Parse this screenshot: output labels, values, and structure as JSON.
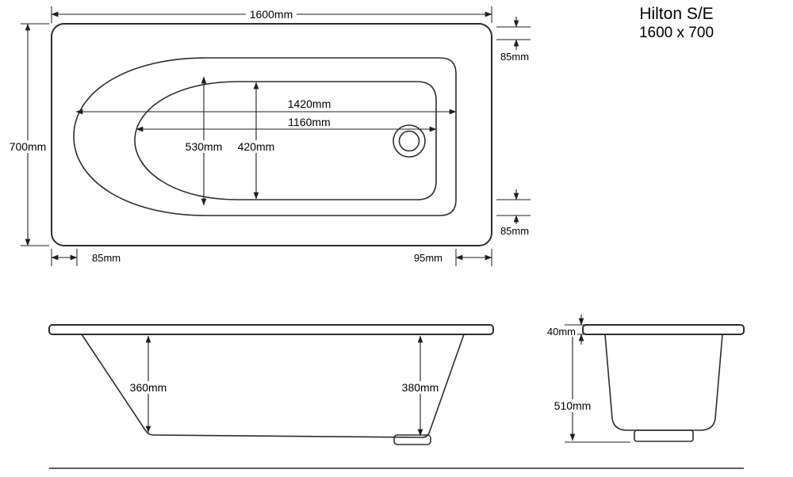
{
  "header": {
    "model": "Hilton S/E",
    "size": "1600 x 700"
  },
  "plan_view": {
    "overall_length": "1600mm",
    "overall_width": "700mm",
    "rim_internal_length": "1420mm",
    "base_internal_length": "1160mm",
    "rim_internal_width": "530mm",
    "base_internal_width": "420mm",
    "top_right_offset": "85mm",
    "bottom_right_offset": "85mm",
    "left_end_offset": "85mm",
    "right_end_offset": "95mm"
  },
  "side_view": {
    "front_depth": "360mm",
    "rear_depth": "380mm"
  },
  "end_view": {
    "rim_thickness": "40mm",
    "overall_height": "510mm"
  }
}
